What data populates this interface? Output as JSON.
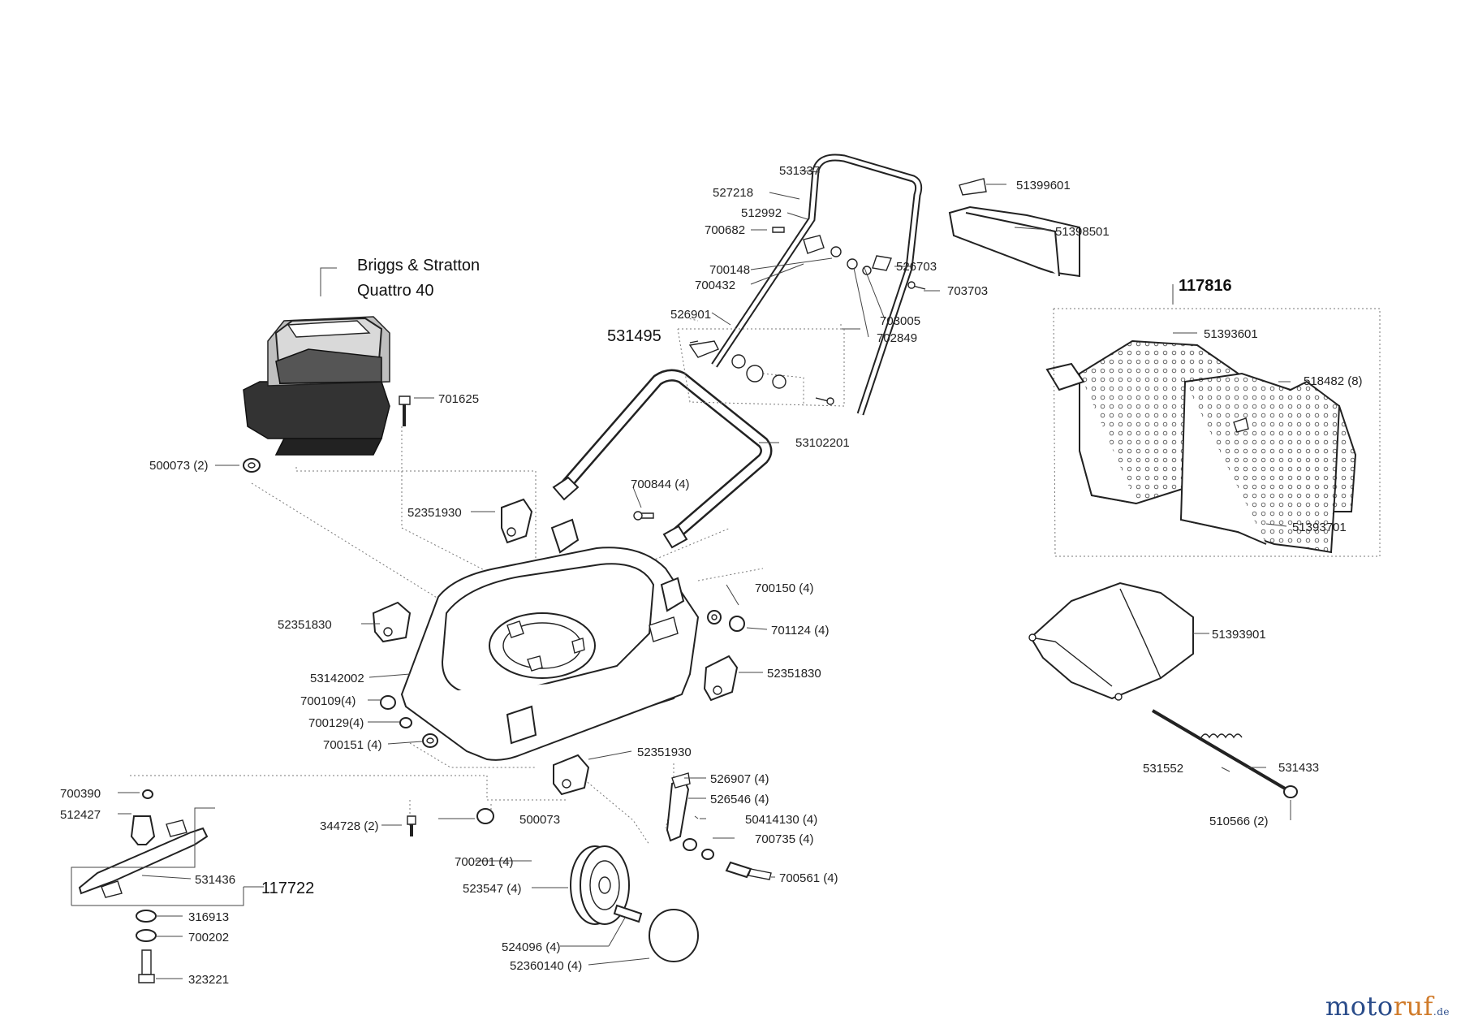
{
  "engine": {
    "line1": "Briggs & Stratton",
    "line2": "Quattro 40"
  },
  "groups": {
    "handle_kit": "531495",
    "grass_box_kit": "117816",
    "blade_kit": "117722"
  },
  "parts": {
    "p531337": "531337",
    "p527218": "527218",
    "p512992": "512992",
    "p700682": "700682",
    "p700148": "700148",
    "p700432": "700432",
    "p526901": "526901",
    "p526703": "526703",
    "p703703": "703703",
    "p703005": "703005",
    "p702849": "702849",
    "p51399601": "51399601",
    "p51398501": "51398501",
    "p51393601": "51393601",
    "p518482": "518482 (8)",
    "p51393701": "51393701",
    "p51393901": "51393901",
    "p701625": "701625",
    "p500073_2": "500073 (2)",
    "p53102201": "53102201",
    "p700844": "700844 (4)",
    "p52351930_a": "52351930",
    "p700150": "700150 (4)",
    "p701124": "701124 (4)",
    "p52351830_a": "52351830",
    "p52351830_b": "52351830",
    "p53142002": "53142002",
    "p700109": "700109(4)",
    "p700129": "700129(4)",
    "p700151": "700151 (4)",
    "p52351930_b": "52351930",
    "p526907": "526907 (4)",
    "p526546": "526546 (4)",
    "p50414130": "50414130 (4)",
    "p700735": "700735 (4)",
    "p700561": "700561 (4)",
    "p700201": "700201 (4)",
    "p523547": "523547 (4)",
    "p524096": "524096 (4)",
    "p52360140": "52360140 (4)",
    "p500073": "500073",
    "p344728": "344728 (2)",
    "p700390": "700390",
    "p512427": "512427",
    "p531436": "531436",
    "p316913": "316913",
    "p700202": "700202",
    "p323221": "323221",
    "p531552": "531552",
    "p531433": "531433",
    "p510566": "510566 (2)"
  },
  "watermark": {
    "main_a": "moto",
    "main_b": "ruf",
    "suffix": ".de"
  }
}
